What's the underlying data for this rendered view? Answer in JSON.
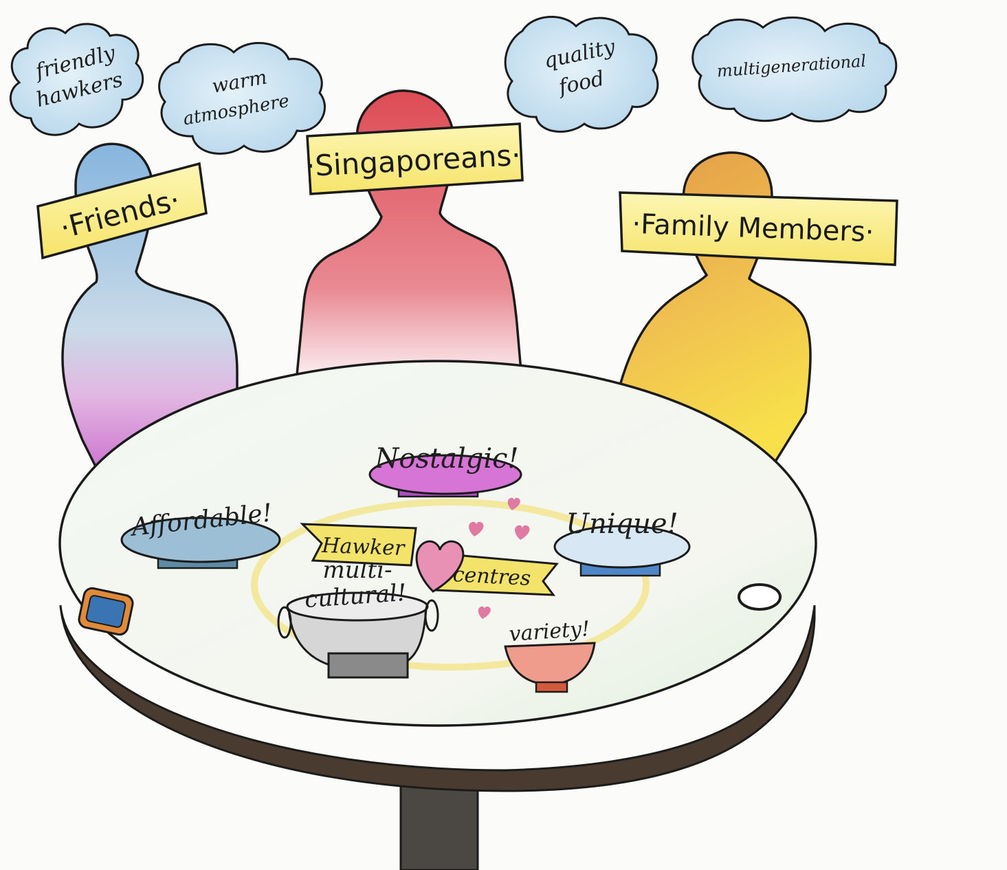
{
  "clouds": {
    "friendly_hawkers_line1": "friendly",
    "friendly_hawkers_line2": "hawkers",
    "warm_atmosphere_line1": "warm",
    "warm_atmosphere_line2": "atmosphere",
    "quality_food_line1": "quality",
    "quality_food_line2": "food",
    "multigenerational": "multigenerational"
  },
  "people": {
    "friends": "·Friends·",
    "singaporeans": "·Singaporeans·",
    "family_members": "·Family Members·"
  },
  "table": {
    "nostalgic": "Nostalgic!",
    "affordable": "Affordable!",
    "unique": "Unique!",
    "hawker": "Hawker",
    "centres": "centres",
    "multicultural_line1": "multi-",
    "multicultural_line2": "cultural!",
    "variety": "variety!"
  },
  "colors": {
    "cloud": "#cfe6f3",
    "label_yellow": "#fbf09a",
    "friends_figure": "#8fbde0",
    "singaporeans_figure": "#e2505a",
    "family_figure": "#e6a04a",
    "table_top": "#f3f7ee",
    "table_edge": "#4a3b30",
    "table_leg": "#4b4844",
    "nostalgic_plate": "#d46ad0",
    "affordable_plate": "#8ab0c8",
    "unique_plate": "#4f86c8",
    "banner": "#f3e36a",
    "heart": "#e07aa2"
  }
}
